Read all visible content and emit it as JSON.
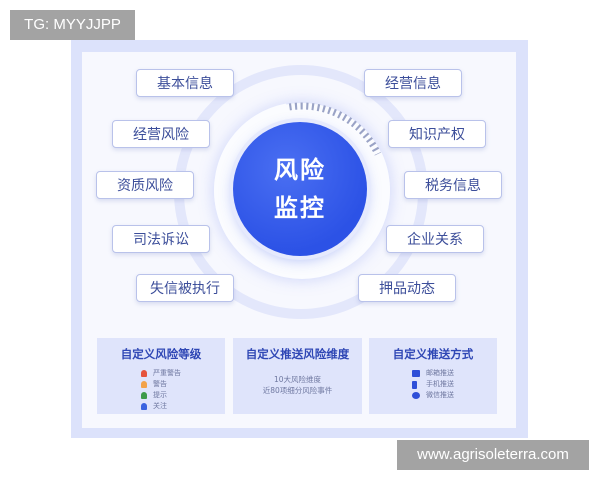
{
  "watermark": {
    "top_left": "TG: MYYJJPP",
    "bottom_right": "www.agrisoleterra.com"
  },
  "center": {
    "line1": "风险",
    "line2": "监控"
  },
  "left_items": [
    {
      "label": "基本信息"
    },
    {
      "label": "经营风险"
    },
    {
      "label": "资质风险"
    },
    {
      "label": "司法诉讼"
    },
    {
      "label": "失信被执行"
    }
  ],
  "right_items": [
    {
      "label": "经营信息"
    },
    {
      "label": "知识产权"
    },
    {
      "label": "税务信息"
    },
    {
      "label": "企业关系"
    },
    {
      "label": "押品动态"
    }
  ],
  "boxes": {
    "risk_level": {
      "title": "自定义风险等级",
      "items": [
        {
          "label": "严重警告",
          "color": "#e5533d"
        },
        {
          "label": "警告",
          "color": "#f2a24a"
        },
        {
          "label": "提示",
          "color": "#3e9a4a"
        },
        {
          "label": "关注",
          "color": "#3b63e0"
        }
      ]
    },
    "dimension": {
      "title": "自定义推送风险维度",
      "line1": "10大风险维度",
      "line2": "近80项细分风险事件"
    },
    "method": {
      "title": "自定义推送方式",
      "items": [
        {
          "label": "邮箱推送",
          "icon": "mail-icon"
        },
        {
          "label": "手机推送",
          "icon": "phone-icon"
        },
        {
          "label": "微信推送",
          "icon": "wechat-icon"
        }
      ]
    }
  },
  "colors": {
    "accent": "#2c52e6",
    "pill_text": "#3c4e9a",
    "frame": "#dce2fb"
  }
}
